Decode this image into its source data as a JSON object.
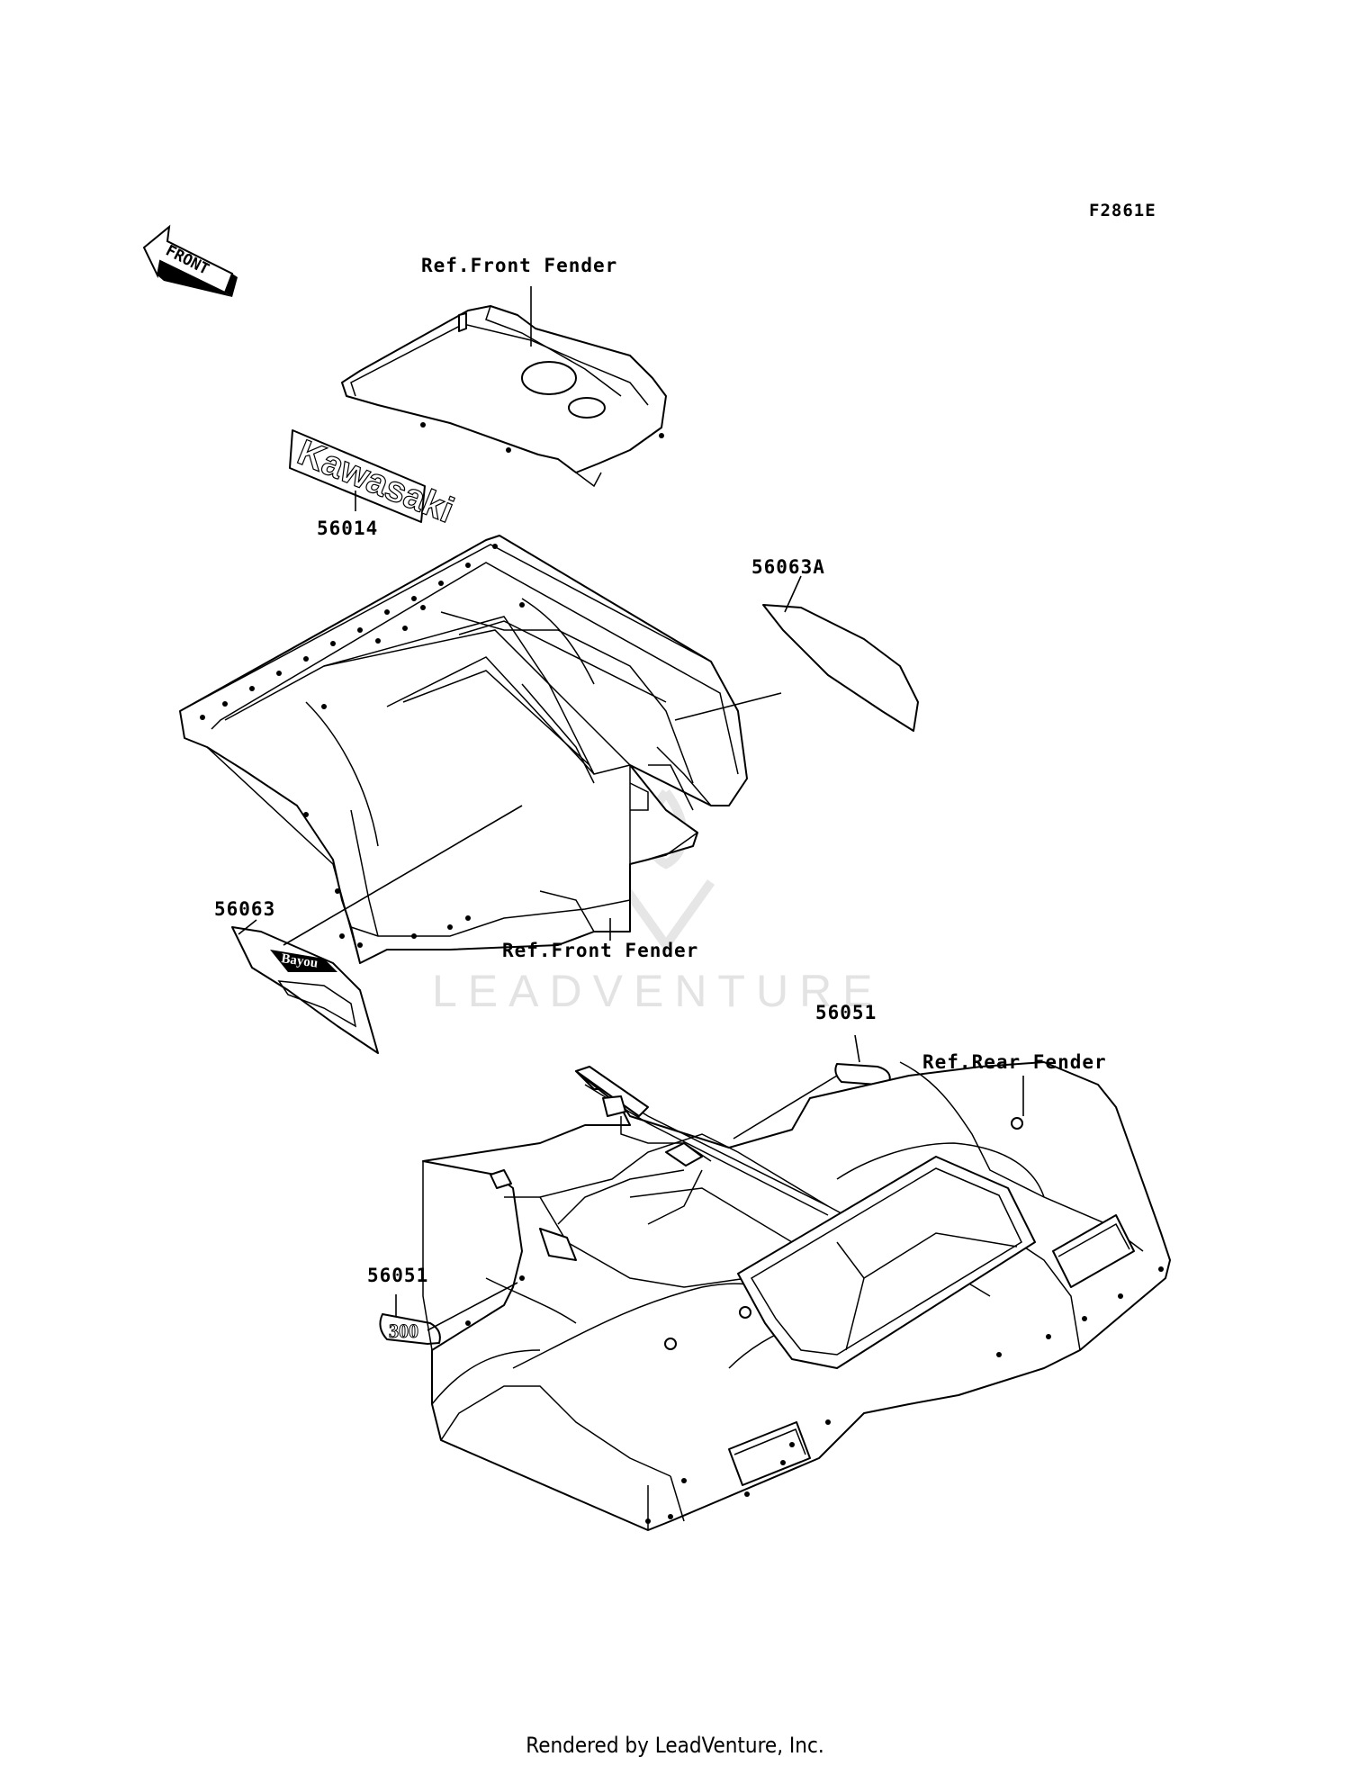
{
  "figure_code": "F2861E",
  "front_arrow": {
    "text": "FRONT",
    "icon": "front-direction-arrow-icon"
  },
  "labels": {
    "ref_front_fender_top": "Ref.Front Fender",
    "ref_front_fender_bottom": "Ref.Front Fender",
    "ref_rear_fender": "Ref.Rear Fender"
  },
  "parts": [
    {
      "number": "56014",
      "decal_text": "Kawasaki"
    },
    {
      "number": "56063A"
    },
    {
      "number": "56063",
      "decal_text": "Bayou"
    },
    {
      "number": "56051"
    },
    {
      "number": "56051",
      "decal_text": "300"
    }
  ],
  "watermark": "LEADVENTURE",
  "footer": "Rendered by LeadVenture, Inc."
}
